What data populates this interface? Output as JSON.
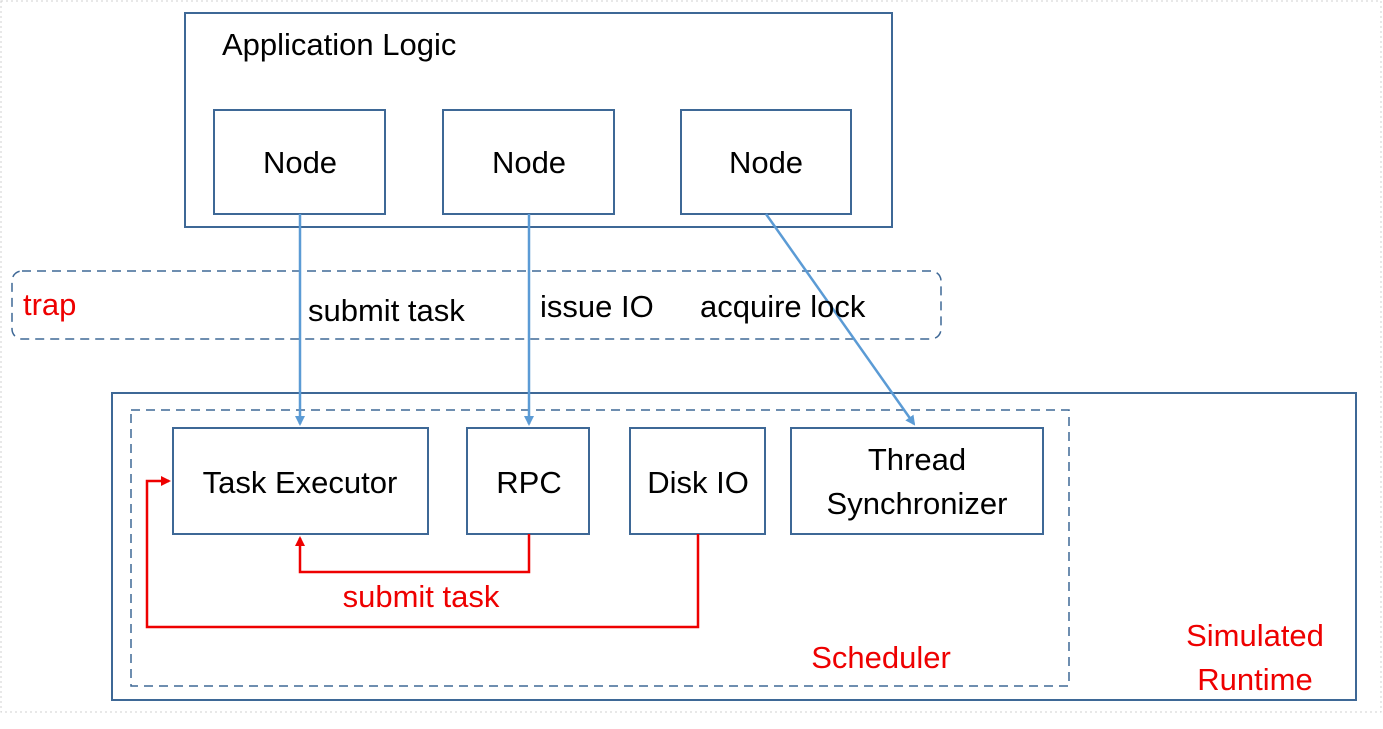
{
  "application_logic": {
    "title": "Application Logic",
    "nodes": [
      "Node",
      "Node",
      "Node"
    ]
  },
  "trap": {
    "label": "trap",
    "calls": {
      "submit_task": "submit task",
      "issue_io": "issue IO",
      "acquire_lock": "acquire lock"
    }
  },
  "scheduler": {
    "label": "Scheduler",
    "components": {
      "task_executor": "Task Executor",
      "rpc": "RPC",
      "disk_io": "Disk IO",
      "thread_synchronizer_line1": "Thread",
      "thread_synchronizer_line2": "Synchronizer"
    },
    "internal_submit_label": "submit task"
  },
  "simulated_runtime": {
    "label_line1": "Simulated",
    "label_line2": "Runtime"
  },
  "colors": {
    "box_border": "#3e6896",
    "call_arrow": "#5b9bd5",
    "highlight_red": "#ee0000"
  }
}
